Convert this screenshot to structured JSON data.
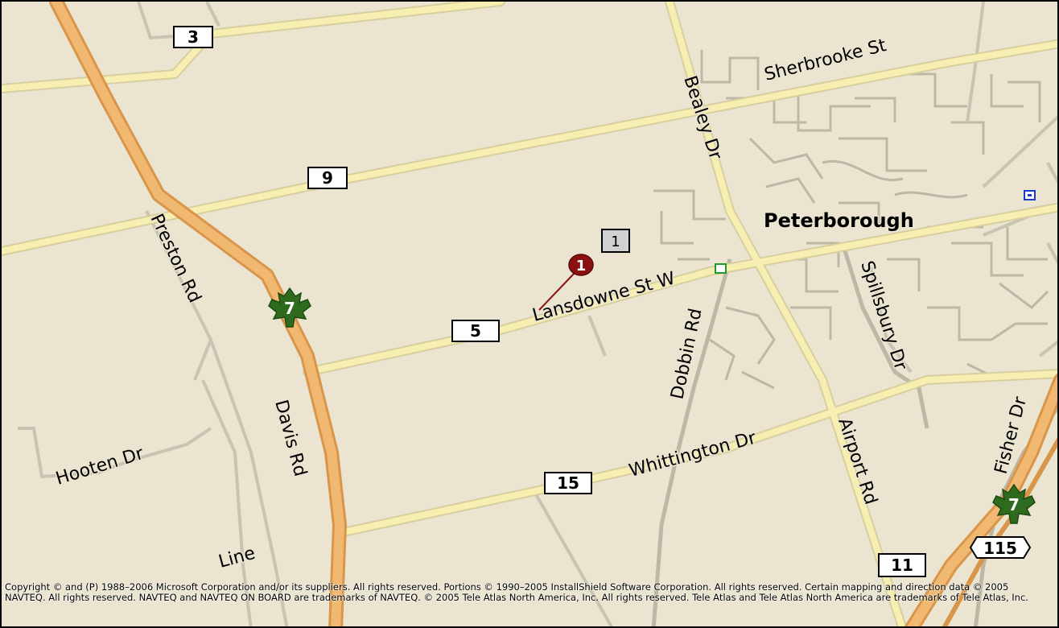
{
  "map": {
    "colors": {
      "background": "#ebe4d0",
      "minor_road": "#c9c3b1",
      "street": "#bdb7a6",
      "major_road_fill": "#f7eeb2",
      "major_road_edge": "#d7cfa0",
      "highway_fill": "#f0b870",
      "highway_edge": "#d9964a",
      "trans_canada_green": "#2e6b1e",
      "pin": "#8b1010"
    },
    "place_label": "Peterborough",
    "street_labels": {
      "sherbrooke": "Sherbrooke St",
      "bealey": "Bealey Dr",
      "preston": "Preston Rd",
      "lansdowne": "Lansdowne St W",
      "dobbin": "Dobbin Rd",
      "spillsbury": "Spillsbury Dr",
      "davis": "Davis Rd",
      "hooten": "Hooten Dr",
      "whittington": "Whittington Dr",
      "airport": "Airport Rd",
      "fisher": "Fisher Dr",
      "line": "Line"
    },
    "route_shields": {
      "r3": "3",
      "r9": "9",
      "r5": "5",
      "r15": "15",
      "r11": "11",
      "r115": "115"
    },
    "highway_shields": {
      "h7_west": "7",
      "h7_east": "7"
    },
    "pin": {
      "number": "1",
      "label": "1"
    },
    "icons": [
      "info-poi-icon",
      "park-poi-icon"
    ],
    "copyright": "Copyright © and (P) 1988–2006 Microsoft Corporation and/or its suppliers. All rights reserved. Portions © 1990–2005 InstallShield Software Corporation. All rights reserved. Certain mapping and direction data © 2005 NAVTEQ. All rights reserved. NAVTEQ and NAVTEQ ON BOARD are trademarks of NAVTEQ. © 2005 Tele Atlas North America, Inc. All rights reserved. Tele Atlas and Tele Atlas North America are trademarks of Tele Atlas, Inc."
  }
}
